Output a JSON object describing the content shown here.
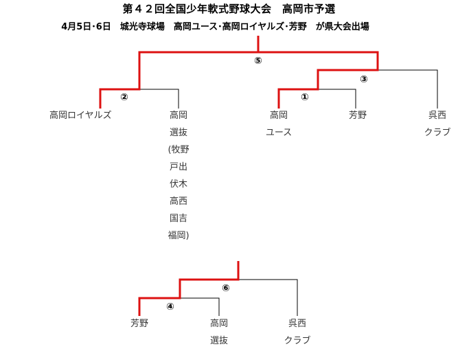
{
  "header": {
    "title": "第４２回全国少年軟式野球大会　高岡市予選",
    "subtitle": "4月5日･6日　城光寺球場　高岡ユース･高岡ロイヤルズ･芳野　が県大会出場"
  },
  "teams": {
    "royals": "高岡ロイヤルズ",
    "senbatsu_top": [
      "高岡",
      "選抜",
      "(牧野",
      "戸出",
      "伏木",
      "高西",
      "国吉",
      "福岡)"
    ],
    "youth": [
      "高岡",
      "ユース"
    ],
    "yoshino_top": "芳野",
    "kuresei_top": [
      "呉西",
      "クラブ"
    ],
    "yoshino_bottom": "芳野",
    "senbatsu_bottom": [
      "高岡",
      "選抜"
    ],
    "kuresei_bottom": [
      "呉西",
      "クラブ"
    ]
  },
  "games": {
    "g1": "①",
    "g2": "②",
    "g3": "③",
    "g4": "④",
    "g5": "⑤",
    "g6": "⑥"
  },
  "colors": {
    "winner_line": "#dd1111",
    "line": "#000000"
  }
}
